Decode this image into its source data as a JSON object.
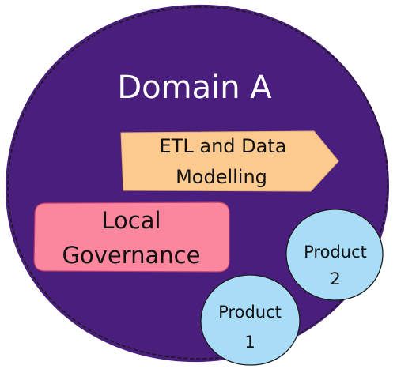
{
  "domain": {
    "title": "Domain A",
    "fill_color": "#4a1e7d",
    "outline_color": "#1a1a1a"
  },
  "etl": {
    "line1": "ETL and Data",
    "line2": "Modelling",
    "fill_color": "#fcc98f"
  },
  "governance": {
    "line1": "Local",
    "line2": "Governance",
    "fill_color": "#fb869d",
    "outline_color": "#b63a73"
  },
  "products": [
    {
      "line1": "Product",
      "line2": "2",
      "fill_color": "#a9dcf7"
    },
    {
      "line1": "Product",
      "line2": "1",
      "fill_color": "#a9dcf7"
    }
  ]
}
